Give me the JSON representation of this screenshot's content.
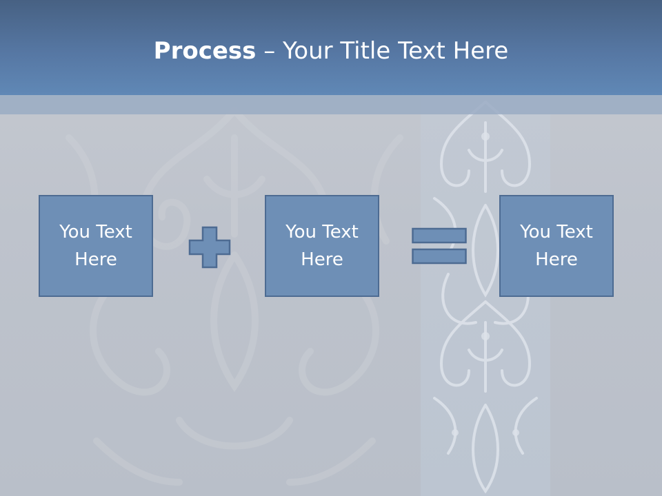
{
  "slide": {
    "title_bold": "Process",
    "title_separator": " – ",
    "title_rest": "Your Title Text Here"
  },
  "process": {
    "boxes": [
      {
        "line1": "You Text",
        "line2": "Here"
      },
      {
        "line1": "You Text",
        "line2": "Here"
      },
      {
        "line1": "You Text",
        "line2": "Here"
      }
    ],
    "operators": [
      "plus-icon",
      "equals-icon"
    ]
  },
  "colors": {
    "header": "#5677a3",
    "box_fill": "#6e8fb6",
    "box_border": "#4d6b92",
    "background": "#c3c8d0"
  }
}
